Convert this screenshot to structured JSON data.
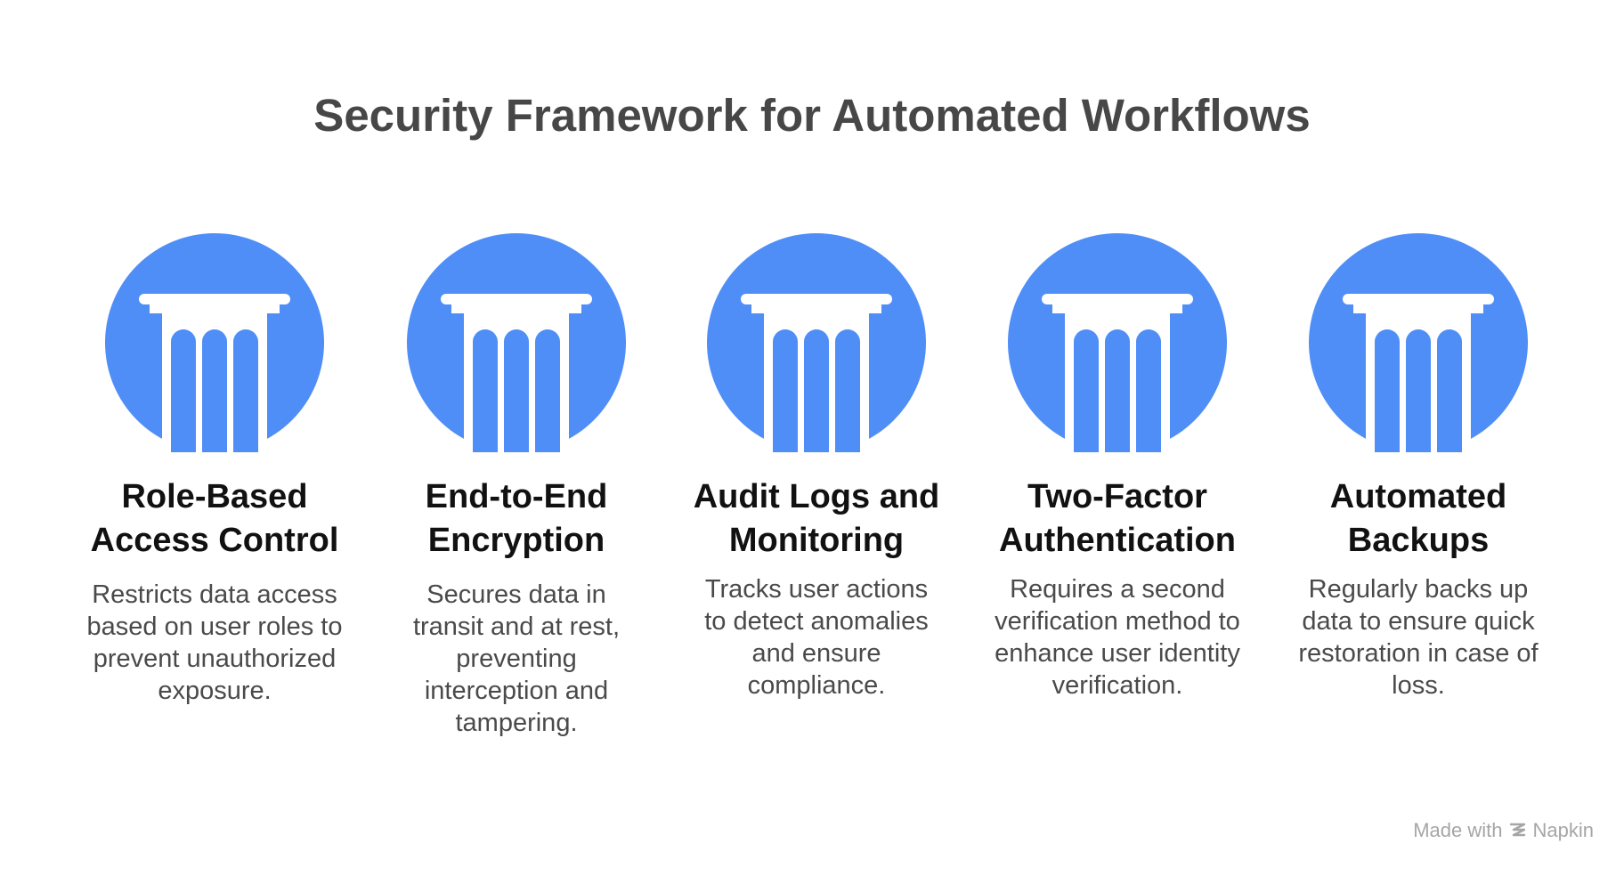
{
  "title": "Security Framework for Automated Workflows",
  "colors": {
    "circle": "#4F8EF7",
    "pillar": "#FFFFFF",
    "heading": "#111111",
    "description": "#4A4A4A",
    "title": "#474747"
  },
  "pillars": [
    {
      "icon": "pillar-icon",
      "heading_line1": "Role-Based",
      "heading_line2": "Access Control",
      "description": "Restricts data access based on user roles to prevent unauthorized exposure."
    },
    {
      "icon": "pillar-icon",
      "heading_line1": "End-to-End",
      "heading_line2": "Encryption",
      "description": "Secures data in transit and at rest, preventing interception and tampering."
    },
    {
      "icon": "pillar-icon",
      "heading_line1": "Audit Logs and",
      "heading_line2": "Monitoring",
      "description": "Tracks user actions to detect anomalies and ensure compliance."
    },
    {
      "icon": "pillar-icon",
      "heading_line1": "Two-Factor",
      "heading_line2": "Authentication",
      "description": "Requires a second verification method to enhance user identity verification."
    },
    {
      "icon": "pillar-icon",
      "heading_line1": "Automated",
      "heading_line2": "Backups",
      "description": "Regularly backs up data to ensure quick restoration in case of loss."
    }
  ],
  "watermark": {
    "prefix": "Made with",
    "brand": "Napkin"
  }
}
